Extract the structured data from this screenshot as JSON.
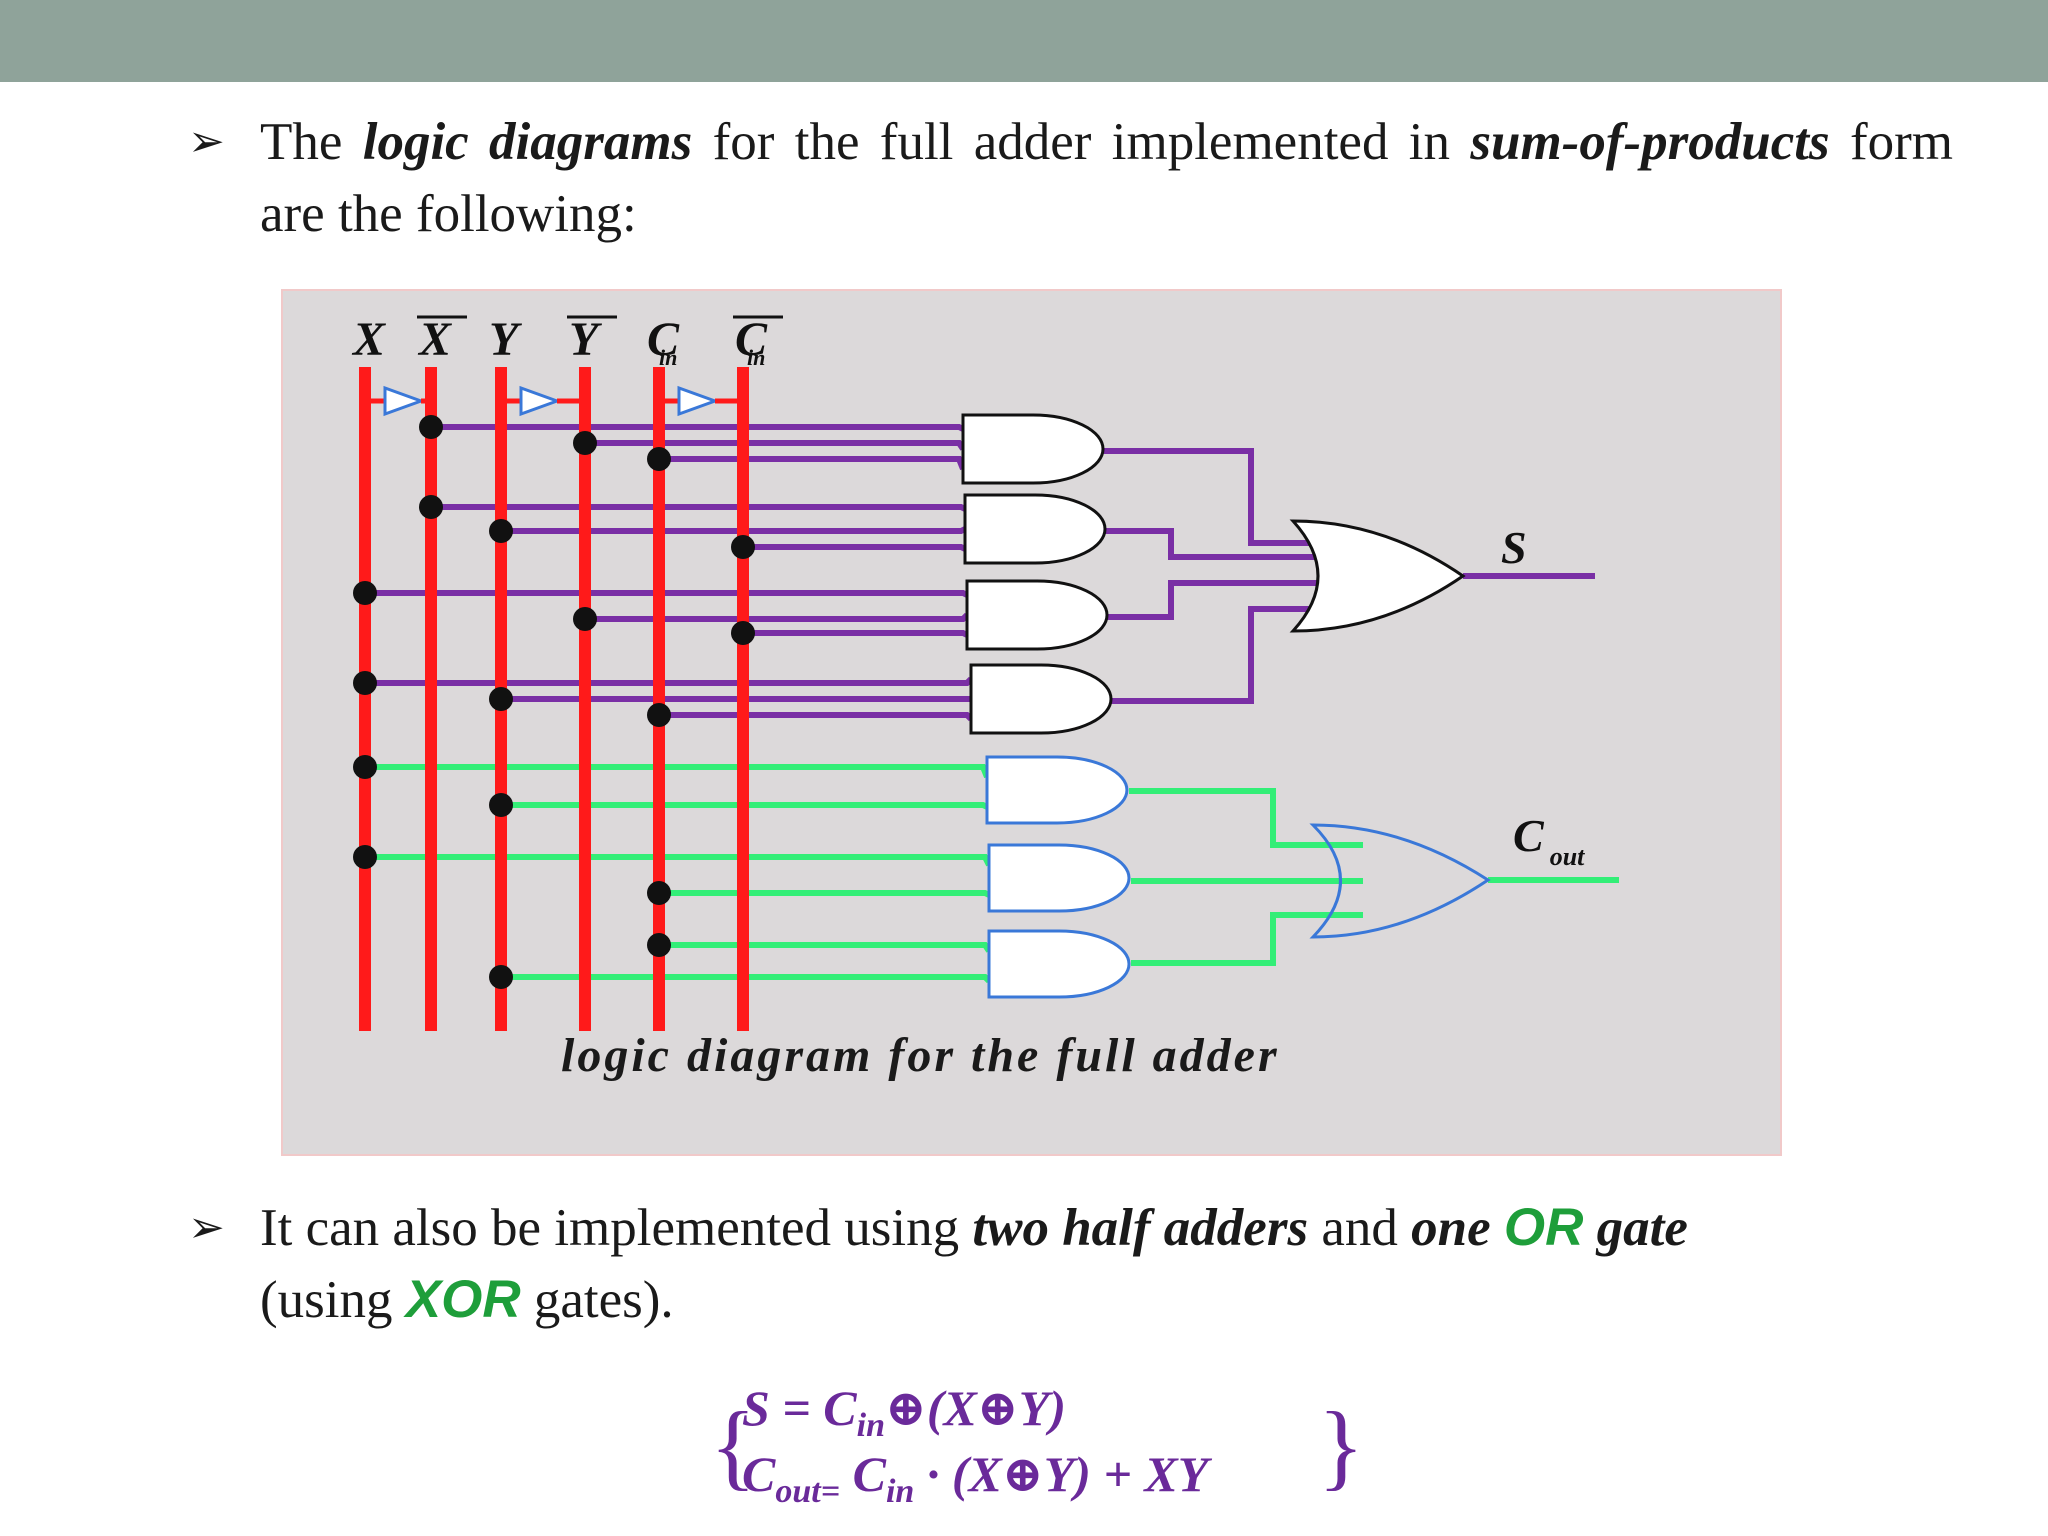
{
  "colors": {
    "header_bar": "#8fa39a",
    "input_lines": "#ff1a1a",
    "sum_wires": "#7a2fa5",
    "carry_wires": "#33ee77",
    "figure_bg": "#dcd9da",
    "equation": "#6a2a9a",
    "highlight_green": "#1e9e3a"
  },
  "bullet1": {
    "marker": "➢",
    "p1": "The ",
    "e1": "logic diagrams",
    "p2": " for the full adder implemented in ",
    "e2": "sum-of-products",
    "p3": " form are the following:"
  },
  "diagram": {
    "inputs": [
      "X",
      "X",
      "Y",
      "Y",
      "C",
      "C"
    ],
    "input_subscripts": [
      "",
      "",
      "",
      "",
      "in",
      "in"
    ],
    "inverted": [
      false,
      true,
      false,
      true,
      false,
      true
    ],
    "output_s": "S",
    "output_cout": "C",
    "output_cout_sub": "out",
    "caption": "logic diagram for the full adder"
  },
  "bullet2": {
    "marker": "➢",
    "p1": "It can also be implemented using ",
    "e1": "two half adders",
    "p2": " and ",
    "e2": "one",
    "g1": "OR",
    "e3": "gate",
    "p3": "(using ",
    "g2": "XOR",
    "p4": " gates)."
  },
  "equations": {
    "open_brace": "{",
    "close_brace": "}",
    "line1_a": "S = C",
    "line1_sub": "in",
    "line1_b": "⊕(X⊕Y)",
    "line2_a": "C",
    "line2_sub": "out=",
    "line2_b": " C",
    "line2_sub2": "in",
    "line2_c": " · (X⊕Y) + XY"
  }
}
